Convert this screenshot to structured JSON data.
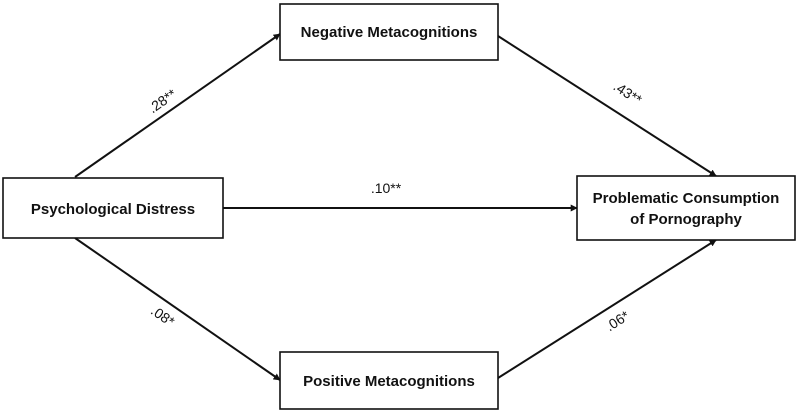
{
  "nodes": {
    "distress": "Psychological Distress",
    "negative": "Negative Metacognitions",
    "positive": "Positive Metacognitions",
    "outcome_line1": "Problematic Consumption",
    "outcome_line2": "of Pornography"
  },
  "paths": {
    "distress_to_negative": ".28**",
    "negative_to_outcome": ".43**",
    "distress_to_outcome": ".10**",
    "distress_to_positive": ".08*",
    "positive_to_outcome": ".06*"
  }
}
